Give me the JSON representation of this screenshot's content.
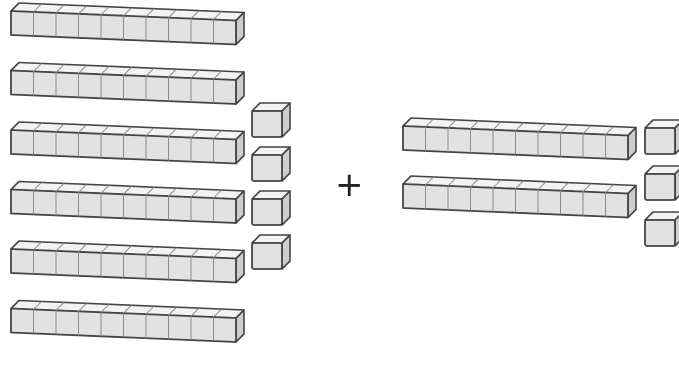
{
  "operator": "+",
  "colors": {
    "block_face": "#e2e2e2",
    "block_top": "#f3f3f3",
    "block_side": "#cdcdcd",
    "block_edge": "#444444",
    "block_grid": "#8a8a8a",
    "sign": "#222222"
  },
  "groups": [
    {
      "name": "left-addend",
      "rods": 6,
      "units": 4,
      "cubes_per_rod": 10
    },
    {
      "name": "right-addend",
      "rods": 2,
      "units": 3,
      "cubes_per_rod": 10
    }
  ]
}
